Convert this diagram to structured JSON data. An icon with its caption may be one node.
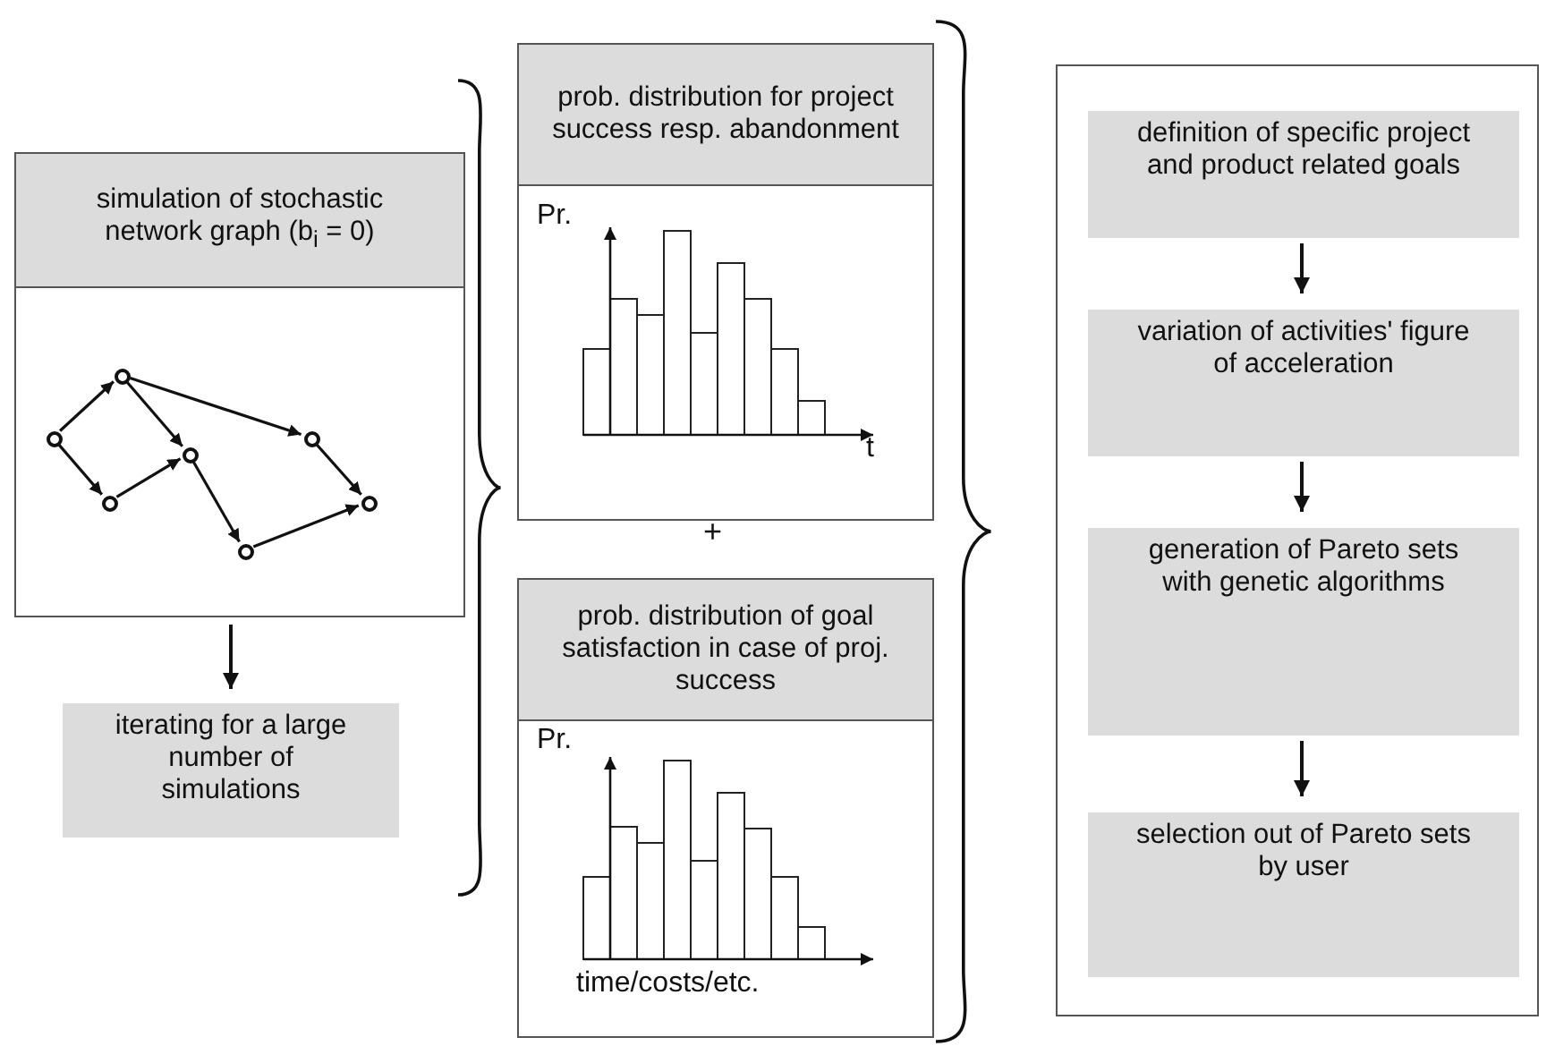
{
  "diagram": {
    "nodes": [
      {
        "text": [
          "simulation of stochastic network graph (b$_{i}$ = 0)"
        ]
      },
      {
        "text": [],
        "shape": "circle",
        "in": 0
      },
      {
        "text": [],
        "shape": "circle",
        "in": 0
      },
      {
        "text": [],
        "shape": "circle",
        "in": 0
      },
      {
        "text": [],
        "shape": "circle",
        "in": 0
      },
      {
        "text": [],
        "shape": "circle",
        "in": 0
      },
      {
        "text": [],
        "shape": "circle",
        "in": 0
      },
      {
        "text": [],
        "shape": "circle",
        "in": 0
      },
      {
        "text": [
          "iterating for a large number of simulations"
        ]
      },
      {
        "text": [
          "prob. distribution for project success resp. abandonment"
        ]
      },
      {
        "text": [
          "prob. distribution of goal satisfaction in case of proj. success"
        ]
      },
      {
        "text": [],
        "shape": "box"
      },
      {
        "text": [
          "definition of specific project and product related goals"
        ],
        "in": 11
      },
      {
        "text": [
          "variation of activities' figure of acceleration"
        ],
        "in": 11
      },
      {
        "text": [
          "generation of Pareto sets with genetic algorithms"
        ],
        "in": 11
      },
      {
        "text": [
          "selection out of Pareto sets by user"
        ],
        "in": 11
      }
    ],
    "edges": [
      {
        "from": 1,
        "to": 3,
        "arrow": "to"
      },
      {
        "from": 1,
        "to": 2,
        "arrow": "to"
      },
      {
        "from": 2,
        "to": 4,
        "arrow": "to"
      },
      {
        "from": 3,
        "to": 4,
        "arrow": "to"
      },
      {
        "from": 3,
        "to": 6,
        "arrow": "to"
      },
      {
        "from": 4,
        "to": 5,
        "arrow": "to"
      },
      {
        "from": 6,
        "to": 7,
        "arrow": "to"
      },
      {
        "from": 5,
        "to": 7,
        "arrow": "to"
      },
      {
        "from": 0,
        "to": 8,
        "arrow": "to"
      },
      {
        "from": 12,
        "to": 13,
        "arrow": "to"
      },
      {
        "from": 13,
        "to": 14,
        "arrow": "to"
      },
      {
        "from": 14,
        "to": 15,
        "arrow": "to"
      }
    ],
    "labels": [
      "Pr.",
      "t",
      "+",
      "Pr.",
      "time/costs/etc."
    ]
  }
}
